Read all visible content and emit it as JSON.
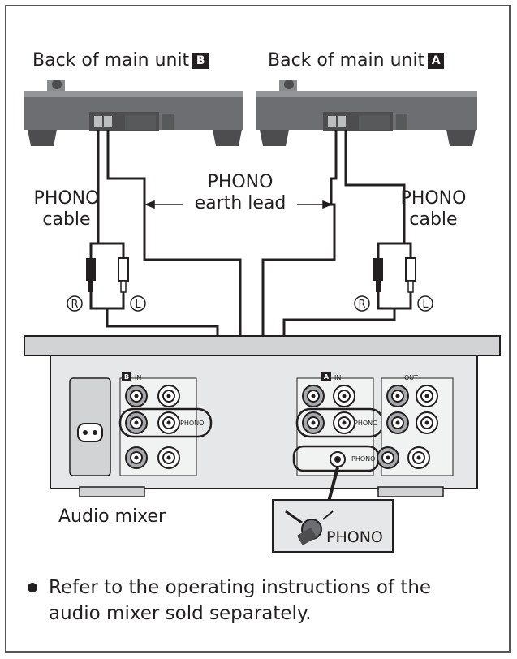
{
  "labels": {
    "back_unit_b": "Back of main unit",
    "badge_b": "B",
    "back_unit_a": "Back of main unit",
    "badge_a": "A",
    "phono_cable_left_1": "PHONO",
    "phono_cable_left_2": "cable",
    "phono_cable_right_1": "PHONO",
    "phono_cable_right_2": "cable",
    "earth_lead_1": "PHONO",
    "earth_lead_2": "earth lead",
    "audio_mixer": "Audio mixer",
    "phono_terminal": "PHONO"
  },
  "markers": {
    "r": "R",
    "l": "L"
  },
  "mixer_panel": {
    "in_b": "IN",
    "in_b_badge": "B",
    "in_a": "IN",
    "in_a_badge": "A",
    "out": "OUT",
    "phono_small": "PHONO"
  },
  "note": "Refer to the operating instructions of the audio mixer sold separately.",
  "colors": {
    "line": "#231f20",
    "device": "#6d6e71",
    "device_dark": "#4d4d4f",
    "panel": "#e6e7e8",
    "jack_red": "#a7a9ac"
  }
}
